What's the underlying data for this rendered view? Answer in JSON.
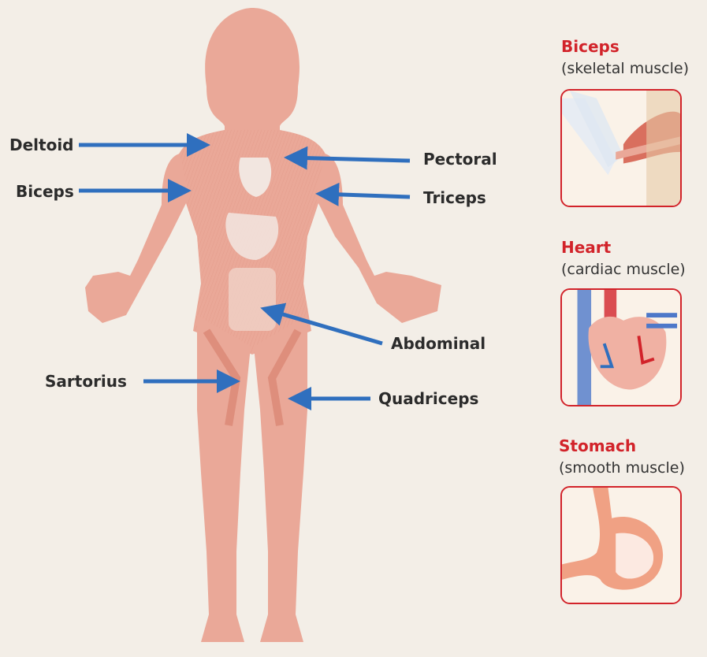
{
  "colors": {
    "background": "#f3eee7",
    "body": "#eaa898",
    "muscle_dark": "#d88371",
    "arrow": "#2f6fbe",
    "accent_red": "#d2232a",
    "text": "#2b2b2b"
  },
  "labels": {
    "deltoid": "Deltoid",
    "biceps": "Biceps",
    "pectoral": "Pectoral",
    "triceps": "Triceps",
    "abdominal": "Abdominal",
    "sartorius": "Sartorius",
    "quadriceps": "Quadriceps"
  },
  "side_panels": {
    "biceps": {
      "title": "Biceps",
      "subtitle": "(skeletal muscle)"
    },
    "heart": {
      "title": "Heart",
      "subtitle": "(cardiac muscle)"
    },
    "stomach": {
      "title": "Stomach",
      "subtitle": "(smooth muscle)"
    }
  }
}
